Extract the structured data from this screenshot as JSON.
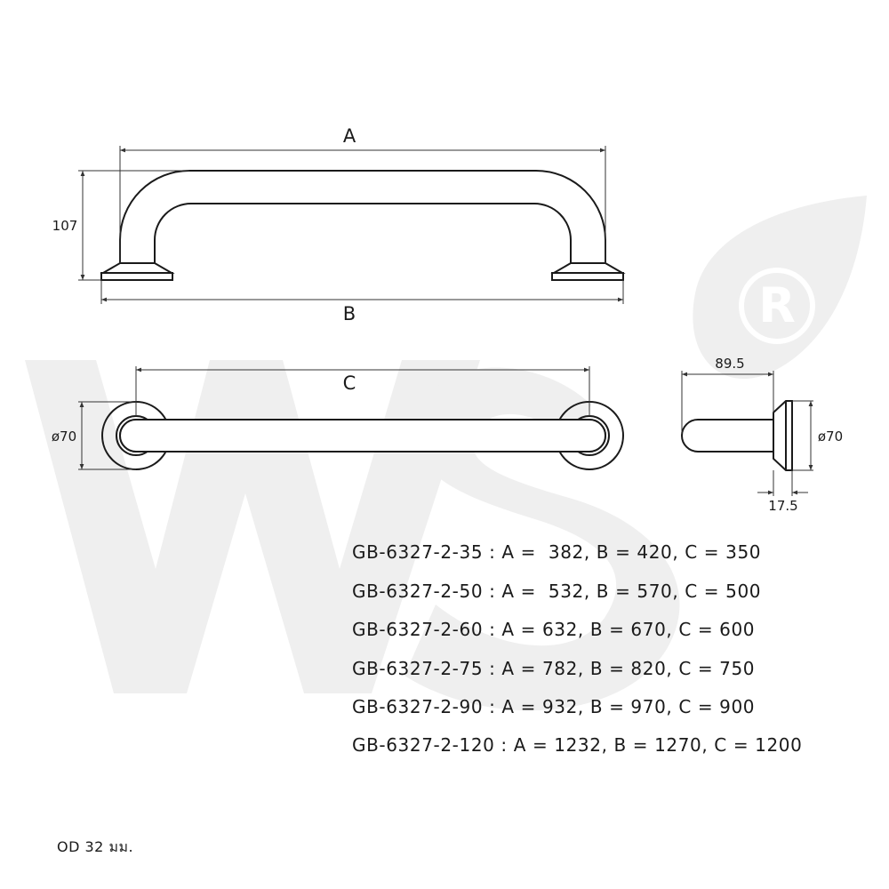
{
  "watermark": {
    "brand_letters": "WS",
    "registered_mark": "®",
    "color": "#efefef"
  },
  "side_view": {
    "dim_top_label": "A",
    "dim_bottom_label": "B",
    "dim_height_label": "107"
  },
  "top_view": {
    "dim_length_label": "C",
    "dim_flange_diameter_label": "ø70"
  },
  "end_view": {
    "dim_depth_label": "89.5",
    "dim_flange_diameter_label": "ø70",
    "dim_flange_thickness_label": "17.5"
  },
  "specs": [
    "GB-6327-2-35 : A =  382, B = 420, C = 350",
    "GB-6327-2-50 : A =  532, B = 570, C = 500",
    "GB-6327-2-60 : A = 632, B = 670, C = 600",
    "GB-6327-2-75 : A = 782, B = 820, C = 750",
    "GB-6327-2-90 : A = 932, B = 970, C = 900",
    "GB-6327-2-120 : A = 1232, B = 1270, C = 1200"
  ],
  "note": "OD 32 มม."
}
